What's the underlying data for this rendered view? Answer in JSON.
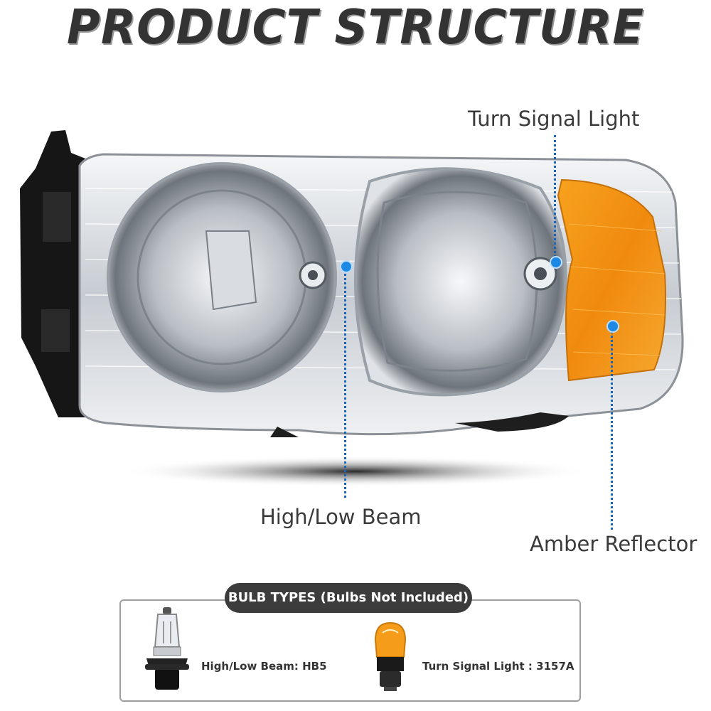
{
  "title": "PRODUCT STRUCTURE",
  "callouts": {
    "turn_signal": "Turn Signal Light",
    "beam": "High/Low Beam",
    "amber": "Amber Reflector"
  },
  "bulbs": {
    "heading": "BULB TYPES (Bulbs Not Included)",
    "items": [
      {
        "label": "High/Low Beam: HB5",
        "icon": "hb5-bulb-icon"
      },
      {
        "label": "Turn Signal Light : 3157A",
        "icon": "amber-3157a-bulb-icon"
      }
    ]
  },
  "colors": {
    "title": "#333333",
    "callout_line": "#1565c0",
    "amber": "#f59c1a",
    "chrome": "#cfd3d8",
    "housing": "#1a1a1a",
    "pill": "#3c3c3c"
  }
}
